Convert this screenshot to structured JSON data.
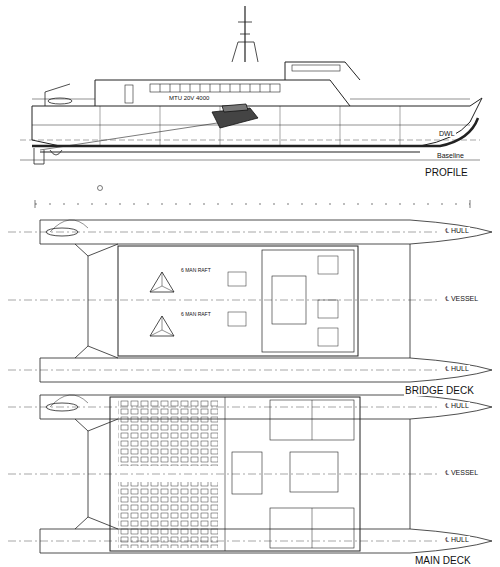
{
  "diagram": {
    "labels": [
      "MTU 20V 4000",
      "DWL",
      "Baseline",
      "PROFILE",
      "℄ HULL",
      "℄ VESSEL",
      "℄ HULL",
      "6 MAN RAFT",
      "6 MAN RAFT",
      "BRIDGE DECK",
      "℄ HULL",
      "℄ VESSEL",
      "℄ HULL",
      "MAIN DECK"
    ]
  }
}
